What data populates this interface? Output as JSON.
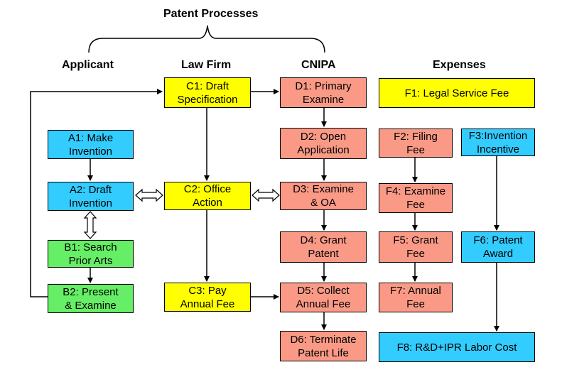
{
  "title": "Patent Processes",
  "columns": {
    "applicant": "Applicant",
    "law_firm": "Law Firm",
    "cnipa": "CNIPA",
    "expenses": "Expenses"
  },
  "nodes": {
    "A1": "A1: Make\nInvention",
    "A2": "A2: Draft\nInvention",
    "B1": "B1: Search\nPrior Arts",
    "B2": "B2: Present\n& Examine",
    "C1": "C1: Draft\nSpecification",
    "C2": "C2: Office\nAction",
    "C3": "C3: Pay\nAnnual Fee",
    "D1": "D1: Primary\nExamine",
    "D2": "D2: Open\nApplication",
    "D3": "D3: Examine\n& OA",
    "D4": "D4: Grant\nPatent",
    "D5": "D5: Collect\nAnnual Fee",
    "D6": "D6: Terminate\nPatent Life",
    "F1": "F1: Legal Service Fee",
    "F2": "F2: Filing\nFee",
    "F3": "F3:Invention\nIncentive",
    "F4": "F4: Examine\nFee",
    "F5": "F5: Grant\nFee",
    "F6": "F6: Patent\nAward",
    "F7": "F7: Annual\nFee",
    "F8": "F8: R&D+IPR Labor Cost"
  },
  "colors": {
    "applicant": "#33ccff",
    "law_firm": "#ffff00",
    "search": "#66ee66",
    "cnipa": "#fa9a86",
    "expenses_fees": "#fa9a86",
    "expenses_incentive": "#33ccff"
  }
}
